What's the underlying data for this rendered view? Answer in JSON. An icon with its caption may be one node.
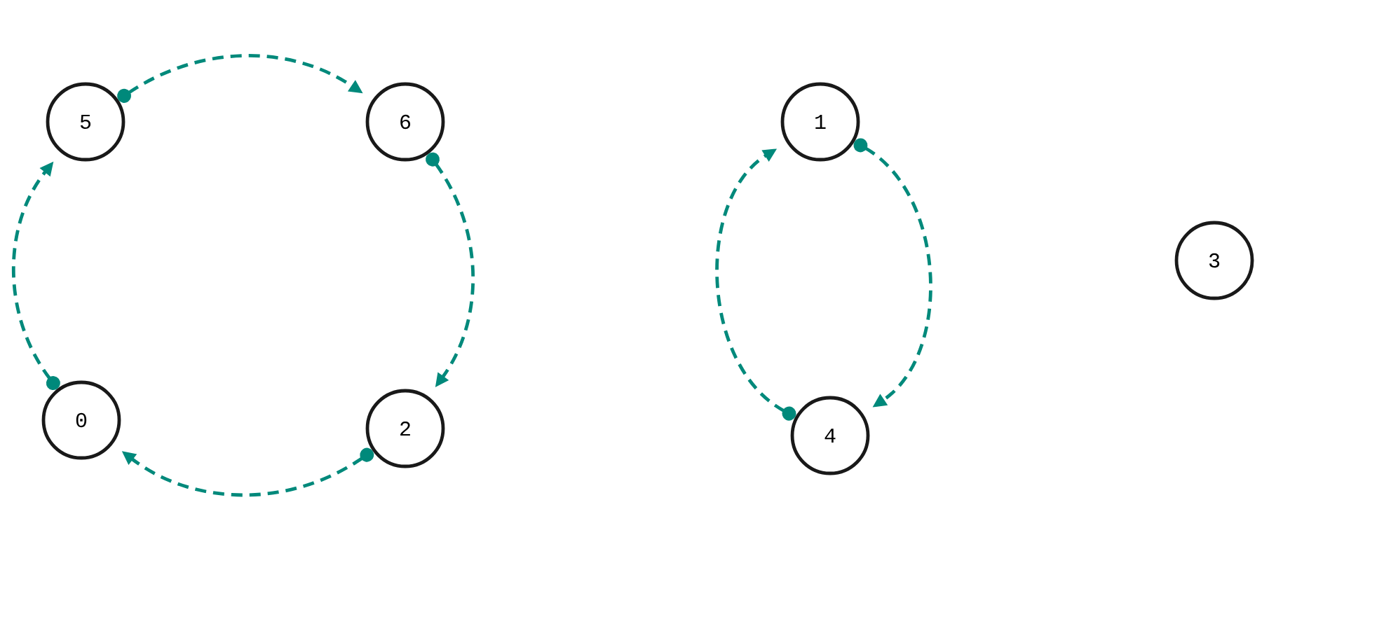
{
  "diagram": {
    "nodes": [
      {
        "text": [
          "5"
        ]
      },
      {
        "text": [
          "6"
        ]
      },
      {
        "text": [
          "1"
        ]
      },
      {
        "text": [
          "3"
        ]
      },
      {
        "text": [
          "0"
        ]
      },
      {
        "text": [
          "2"
        ]
      },
      {
        "text": [
          "4"
        ]
      }
    ],
    "edges": [
      {
        "from": 0,
        "to": 1,
        "arrow": "to",
        "style": "dashed"
      },
      {
        "from": 1,
        "to": 5,
        "arrow": "to",
        "style": "dashed"
      },
      {
        "from": 5,
        "to": 4,
        "arrow": "to",
        "style": "dashed"
      },
      {
        "from": 4,
        "to": 0,
        "arrow": "to",
        "style": "dashed"
      },
      {
        "from": 6,
        "to": 2,
        "arrow": "to",
        "style": "dashed"
      },
      {
        "from": 2,
        "to": 6,
        "arrow": "to",
        "style": "dashed"
      }
    ]
  }
}
